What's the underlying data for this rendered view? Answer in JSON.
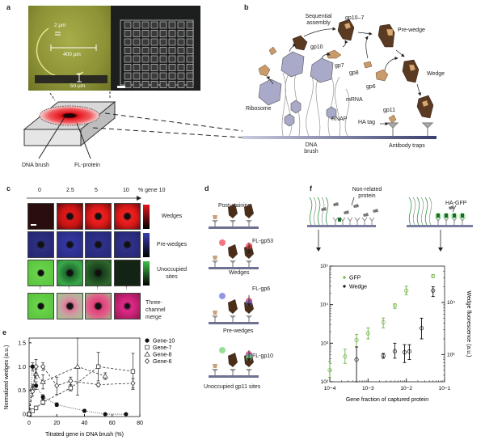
{
  "panels": {
    "a": {
      "label": "a",
      "scale_labels": [
        "2 µm",
        "400 µm",
        "50 µm"
      ],
      "schematic_labels": [
        "DNA brush",
        "FL-protein"
      ]
    },
    "b": {
      "label": "b",
      "labels": {
        "sequential_assembly": "Sequential assembly",
        "gp10_7": "gp10–7",
        "pre_wedge": "Pre-wedge",
        "gp10": "gp10",
        "gp7": "gp7",
        "gp8": "gp8",
        "gp6": "gp6",
        "wedge": "Wedge",
        "mrna": "mRNA",
        "ribosome": "Ribosome",
        "rnap": "RNAP",
        "gp11": "gp11",
        "ha_tag": "HA tag",
        "dna_brush": "DNA brush",
        "antibody_traps": "Antibody traps"
      }
    },
    "c": {
      "label": "c",
      "columns": [
        "0",
        "2.5",
        "5",
        "10"
      ],
      "axis_label": "% gene 10",
      "rows": [
        {
          "name": "Wedges",
          "color": "#e8141e"
        },
        {
          "name": "Pre-wedges",
          "color": "#3a3fb0"
        },
        {
          "name": "Unoccupied sites",
          "color": "#3fc24a"
        },
        {
          "name": "Three-channel merge",
          "color": "#e0308a"
        }
      ]
    },
    "d": {
      "label": "d",
      "steps": [
        "Post-staining",
        "FL-gp53",
        "Wedges",
        "FL-gp6",
        "Pre-wedges",
        "FL-gp10",
        "Unoccupied gp11 sites"
      ]
    },
    "f": {
      "label": "f",
      "top_labels": [
        "Non-related protein",
        "HA-GFP"
      ]
    }
  },
  "chart_data": [
    {
      "panel": "e",
      "type": "scatter",
      "title": "",
      "xlabel": "Titrated gene in DNA brush (%)",
      "ylabel": "Normalized wedges (a.u.)",
      "xlim": [
        0,
        80
      ],
      "ylim": [
        -0.05,
        1.6
      ],
      "xticks": [
        0,
        20,
        40,
        60,
        80
      ],
      "yticks": [
        0,
        0.5,
        1.0,
        1.5
      ],
      "ytick_labels": [
        "0",
        "0.5",
        "1.0",
        "1.5"
      ],
      "legend_position": "right",
      "series": [
        {
          "name": "Gene-10",
          "marker": "filled-circle",
          "line": "dotted",
          "x": [
            0,
            2.5,
            5,
            10,
            20,
            40,
            55,
            70
          ],
          "y": [
            0,
            1.0,
            0.6,
            0.36,
            0.2,
            0.07,
            0.0,
            0.0
          ],
          "err": [
            0.03,
            0.08,
            0.08,
            0.05,
            0.04,
            0.03,
            0.01,
            0.01
          ]
        },
        {
          "name": "Gene-7",
          "marker": "open-square",
          "line": "dashed",
          "x": [
            0,
            2.5,
            5,
            10,
            30,
            50,
            75
          ],
          "y": [
            0,
            0.07,
            0.13,
            0.25,
            0.55,
            1.0,
            0.9
          ],
          "err": [
            0.02,
            0.03,
            0.04,
            0.05,
            0.06,
            0.3,
            0.38
          ]
        },
        {
          "name": "Gene-8",
          "marker": "open-triangle",
          "line": "dashed",
          "x": [
            0,
            2.5,
            5,
            10,
            35,
            55
          ],
          "y": [
            0,
            0.55,
            0.85,
            0.68,
            1.0,
            0.8
          ],
          "err": [
            0.02,
            0.08,
            0.1,
            0.15,
            0.6,
            0.07
          ]
        },
        {
          "name": "Gene-6",
          "marker": "open-diamond",
          "line": "dashed",
          "x": [
            0,
            2.5,
            5,
            10,
            20,
            30,
            50,
            75
          ],
          "y": [
            0,
            0.48,
            1.0,
            1.0,
            0.6,
            0.7,
            0.62,
            0.65
          ],
          "err": [
            0.02,
            0.1,
            0.15,
            0.08,
            0.18,
            0.08,
            0.04,
            0.1
          ]
        }
      ]
    },
    {
      "panel": "f",
      "type": "scatter",
      "title": "",
      "xlabel": "Gene fraction of captured protein",
      "ylabel": "GFP fluorescence (a.u.)",
      "y2label": "Wedge fluorescence (a.u.)",
      "xscale": "log",
      "yscale": "log",
      "xlim": [
        0.0001,
        0.1
      ],
      "ylim": [
        100,
        100000
      ],
      "y2lim": [
        300,
        50000
      ],
      "xtick_labels": [
        "10−4",
        "10−3",
        "10−2",
        "10−1"
      ],
      "ytick_labels": [
        "10²",
        "10³",
        "10⁴",
        "10⁵"
      ],
      "y2tick_labels": [
        "10³",
        "10⁴"
      ],
      "legend_position": "top-left",
      "series": [
        {
          "name": "GFP",
          "color": "#6cb33f",
          "x": [
            0.0001,
            0.00025,
            0.0005,
            0.001,
            0.0025,
            0.005,
            0.01,
            0.05
          ],
          "y": [
            200,
            450,
            1200,
            1800,
            3500,
            9500,
            23000,
            55000
          ],
          "lo": [
            130,
            300,
            800,
            1300,
            2500,
            8000,
            18000,
            50000
          ],
          "hi": [
            330,
            700,
            1700,
            2500,
            4500,
            10500,
            30000,
            60000
          ]
        },
        {
          "name": "Wedge",
          "color": "#111111",
          "x": [
            0.0005,
            0.0025,
            0.005,
            0.009,
            0.012,
            0.025,
            0.05
          ],
          "y": [
            800,
            950,
            1150,
            1100,
            1150,
            3200,
            17000
          ],
          "lo": [
            300,
            850,
            850,
            700,
            800,
            2000,
            13000
          ],
          "hi": [
            1400,
            1050,
            1650,
            1550,
            1550,
            5000,
            20000
          ]
        }
      ]
    }
  ]
}
